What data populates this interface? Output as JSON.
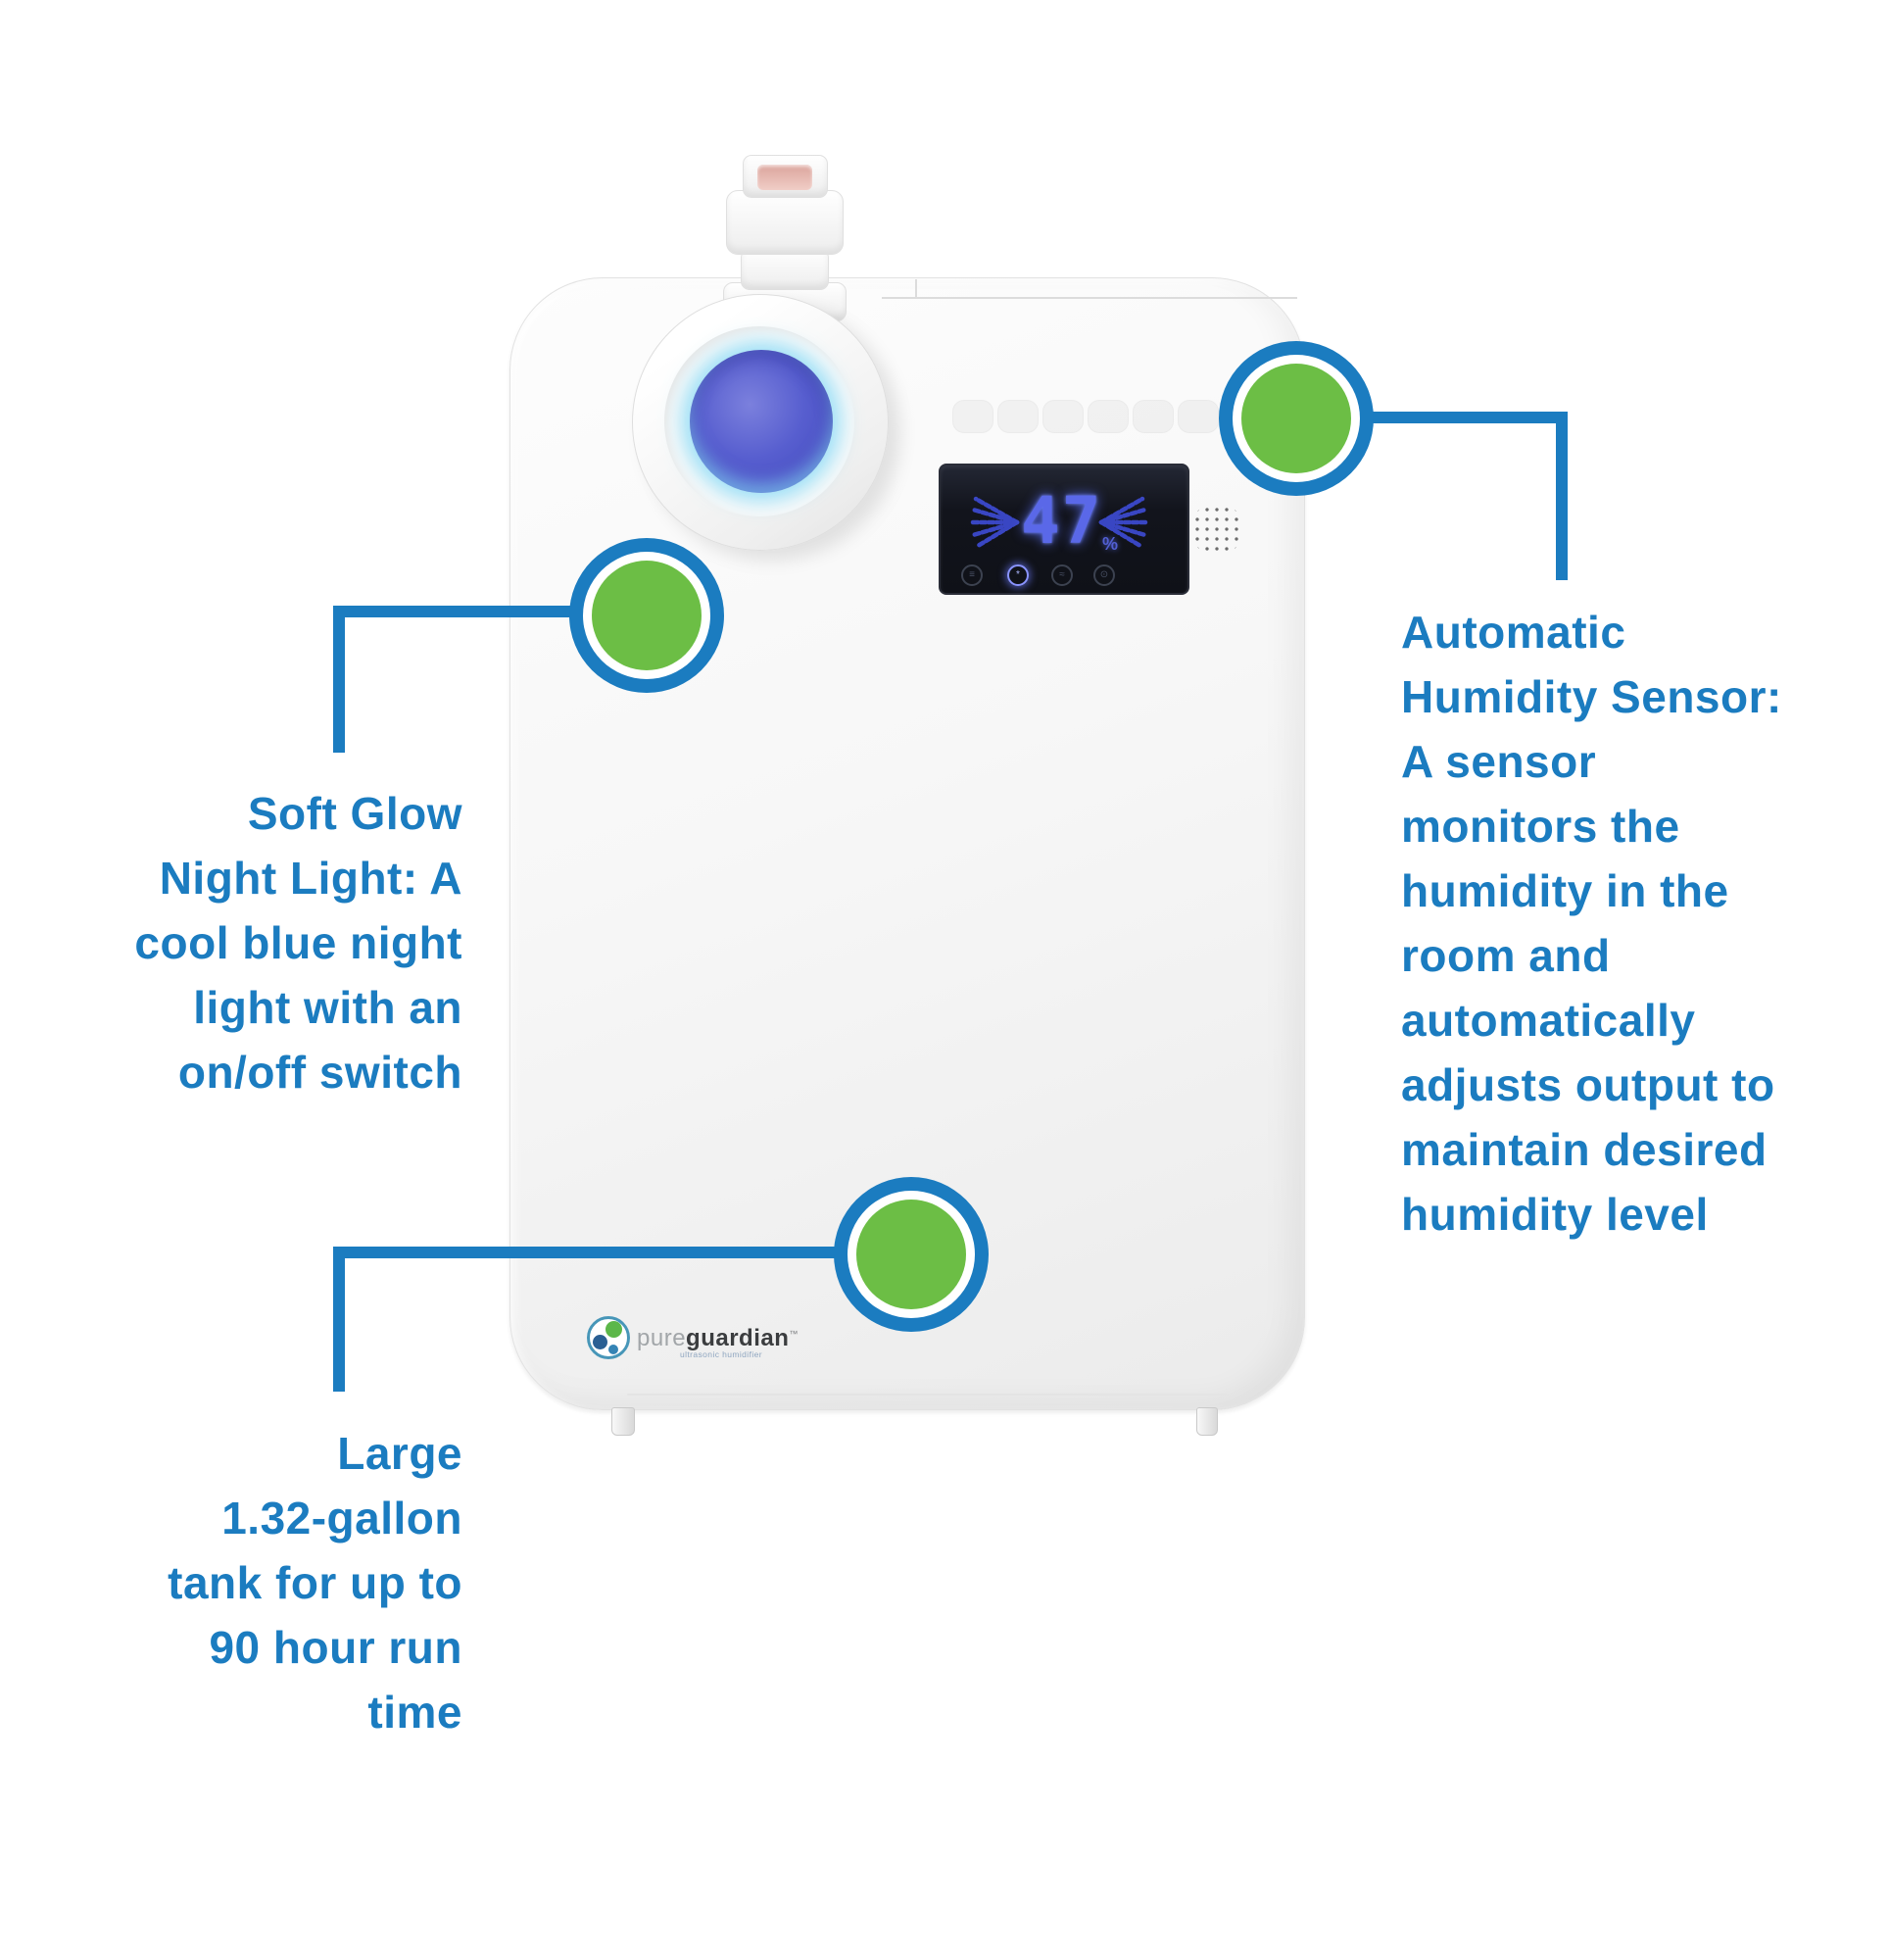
{
  "product": {
    "brand_pure": "pure",
    "brand_guardian": "guardian",
    "brand_trademark": "™",
    "brand_tagline": "ultrasonic humidifier",
    "display_value": "47",
    "display_unit": "%"
  },
  "callouts": {
    "night_light": {
      "lines": [
        "Soft Glow",
        "Night Light: A",
        "cool blue night",
        "light with an",
        "on/off switch"
      ]
    },
    "humidity_sensor": {
      "lines": [
        "Automatic",
        "Humidity Sensor:",
        "A sensor",
        "monitors the",
        "humidity in the",
        "room and",
        "automatically",
        "adjusts output to",
        "maintain desired",
        "humidity level"
      ]
    },
    "tank": {
      "lines": [
        "Large",
        "1.32-gallon",
        "tank for up to",
        "90 hour run",
        "time"
      ]
    }
  },
  "colors": {
    "callout_blue": "#1b7cc0",
    "marker_green": "#6cbe45",
    "digit_blue": "#5a68e8",
    "night_light_blue": "#575ecf"
  }
}
